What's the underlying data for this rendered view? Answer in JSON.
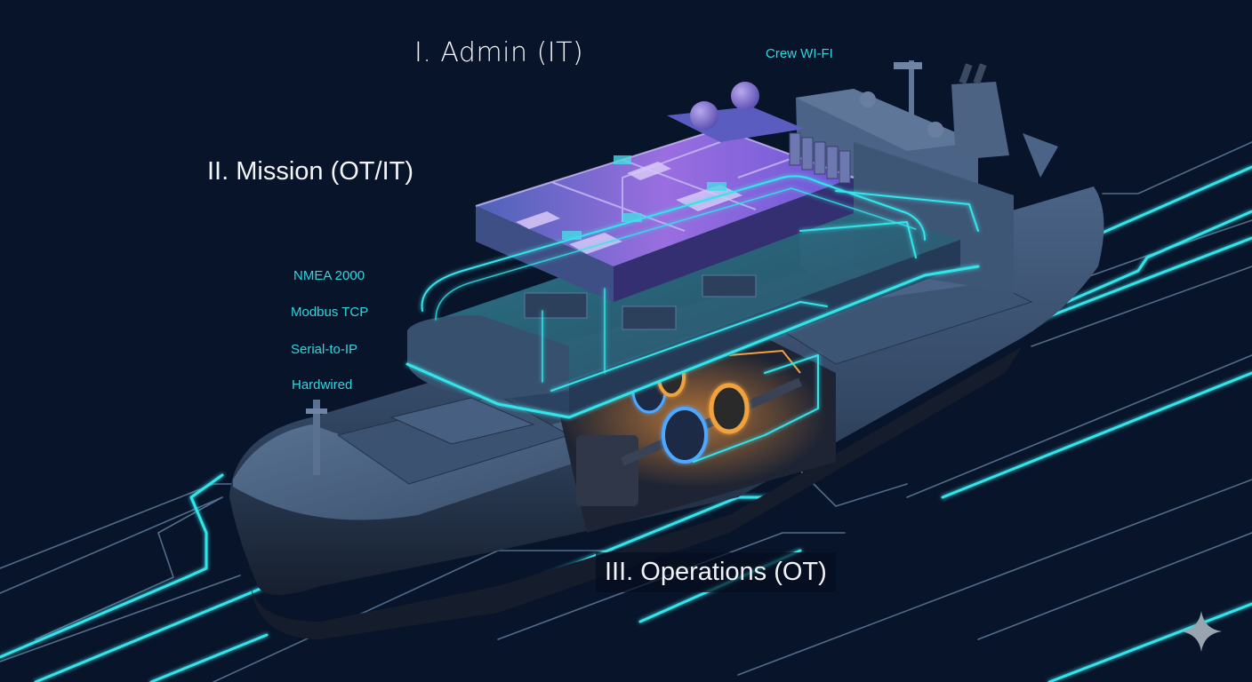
{
  "zones": [
    {
      "label": "I. Admin (IT)",
      "color": "#7a5cf0"
    },
    {
      "label": "II. Mission (OT/IT)",
      "color": "#3ec6d6"
    },
    {
      "label": "III. Operations (OT)",
      "color": "#f29a3a"
    }
  ],
  "network_labels": {
    "crew_wifi": "Crew WI-FI",
    "protocols": [
      "NMEA 2000",
      "Modbus TCP",
      "Serial-to-IP",
      "Hardwired"
    ]
  },
  "icons": {
    "watermark": "sparkle-icon"
  },
  "colors": {
    "background": "#08142a",
    "cyan_line": "#34e4ea",
    "dim_line": "#6a8aa8",
    "hull": "#3e5676",
    "hull_dark": "#1c2739",
    "admin_purple": "#8a6ee8",
    "engine_orange": "#f2a23c",
    "label_cyan": "#2fd6df",
    "label_white": "#f2f4f8"
  }
}
